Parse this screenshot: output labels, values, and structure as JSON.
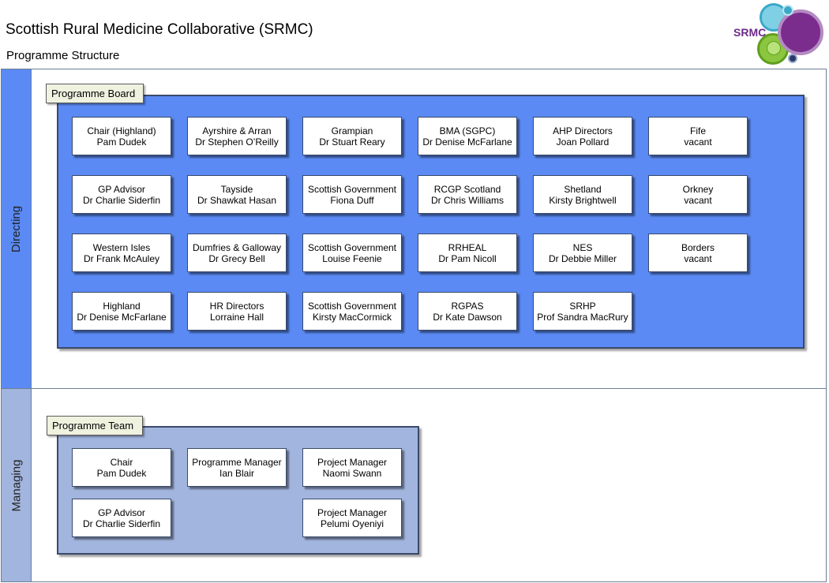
{
  "header": {
    "title": "Scottish Rural Medicine Collaborative (SRMC)",
    "subtitle": "Programme Structure"
  },
  "logo": {
    "text": "SRMC",
    "colors": {
      "purple": "#7b2d8e",
      "blue": "#3aa8c8",
      "green": "#8cc63f"
    }
  },
  "lanes": {
    "directing": "Directing",
    "managing": "Managing"
  },
  "board": {
    "label": "Programme Board",
    "color": "#5b8af4",
    "members": [
      {
        "role": "Chair (Highland)",
        "name": "Pam Dudek"
      },
      {
        "role": "Ayrshire & Arran",
        "name": "Dr Stephen O’Reilly"
      },
      {
        "role": "Grampian",
        "name": "Dr Stuart Reary"
      },
      {
        "role": "BMA (SGPC)",
        "name": "Dr Denise McFarlane"
      },
      {
        "role": "AHP Directors",
        "name": "Joan Pollard"
      },
      {
        "role": "Fife",
        "name": "vacant"
      },
      {
        "role": "GP Advisor",
        "name": "Dr Charlie Siderfin"
      },
      {
        "role": "Tayside",
        "name": "Dr Shawkat Hasan"
      },
      {
        "role": "Scottish Government",
        "name": "Fiona Duff"
      },
      {
        "role": "RCGP Scotland",
        "name": "Dr Chris Williams"
      },
      {
        "role": "Shetland",
        "name": "Kirsty Brightwell"
      },
      {
        "role": "Orkney",
        "name": "vacant"
      },
      {
        "role": "Western Isles",
        "name": "Dr Frank McAuley"
      },
      {
        "role": "Dumfries & Galloway",
        "name": "Dr Grecy Bell"
      },
      {
        "role": "Scottish Government",
        "name": "Louise Feenie"
      },
      {
        "role": "RRHEAL",
        "name": "Dr Pam Nicoll"
      },
      {
        "role": "NES",
        "name": "Dr Debbie Miller"
      },
      {
        "role": "Borders",
        "name": "vacant"
      },
      {
        "role": "Highland",
        "name": "Dr Denise McFarlane"
      },
      {
        "role": "HR Directors",
        "name": "Lorraine Hall"
      },
      {
        "role": "Scottish Government",
        "name": "Kirsty MacCormick"
      },
      {
        "role": "RGPAS",
        "name": "Dr Kate Dawson"
      },
      {
        "role": "SRHP",
        "name": "Prof Sandra MacRury"
      }
    ]
  },
  "team": {
    "label": "Programme Team",
    "color": "#a2b5de",
    "members": [
      {
        "role": "Chair",
        "name": "Pam Dudek"
      },
      {
        "role": "Programme Manager",
        "name": "Ian Blair"
      },
      {
        "role": "Project Manager",
        "name": "Naomi Swann"
      },
      {
        "role": "GP Advisor",
        "name": "Dr Charlie Siderfin"
      },
      {
        "role": "Project Manager",
        "name": "Pelumi Oyeniyi"
      }
    ]
  }
}
